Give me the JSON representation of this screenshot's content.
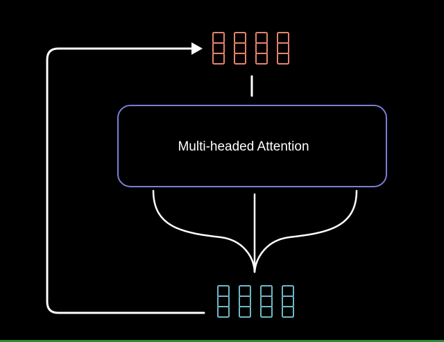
{
  "colors": {
    "background": "#000000",
    "block_border": "#7b7fd6",
    "output_vectors": "#e8836f",
    "input_vectors": "#6fb9c6",
    "arrows": "#ffffff",
    "bottom_edge": "#2f8a3a"
  },
  "attention_block": {
    "label": "Multi-headed Attention"
  },
  "output_vectors": {
    "count": 4,
    "cells_per_vector": 3
  },
  "input_vectors": {
    "count": 4,
    "cells_per_vector": 3
  }
}
